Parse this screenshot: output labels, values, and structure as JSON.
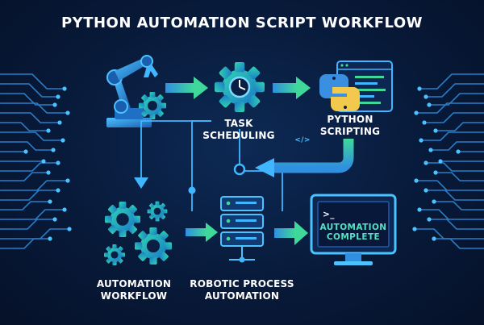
{
  "title": "PYTHON AUTOMATION SCRIPT WORKFLOW",
  "nodes": {
    "task_scheduling": [
      "TASK",
      "SCHEDULING"
    ],
    "python_scripting": [
      "PYTHON",
      "SCRIPTING"
    ],
    "automation_workflow": [
      "AUTOMATION",
      "WORKFLOW"
    ],
    "robotic_process_automation": [
      "ROBOTIC PROCESS",
      "AUTOMATION"
    ]
  },
  "monitor": {
    "prompt": ">_",
    "message": [
      "AUTOMATION",
      "COMPLETE"
    ]
  },
  "code_snippet": "</>",
  "colors": {
    "background": "#081a3a",
    "accent_blue": "#2f8fe0",
    "accent_green": "#3fd89a",
    "text": "#ffffff"
  }
}
